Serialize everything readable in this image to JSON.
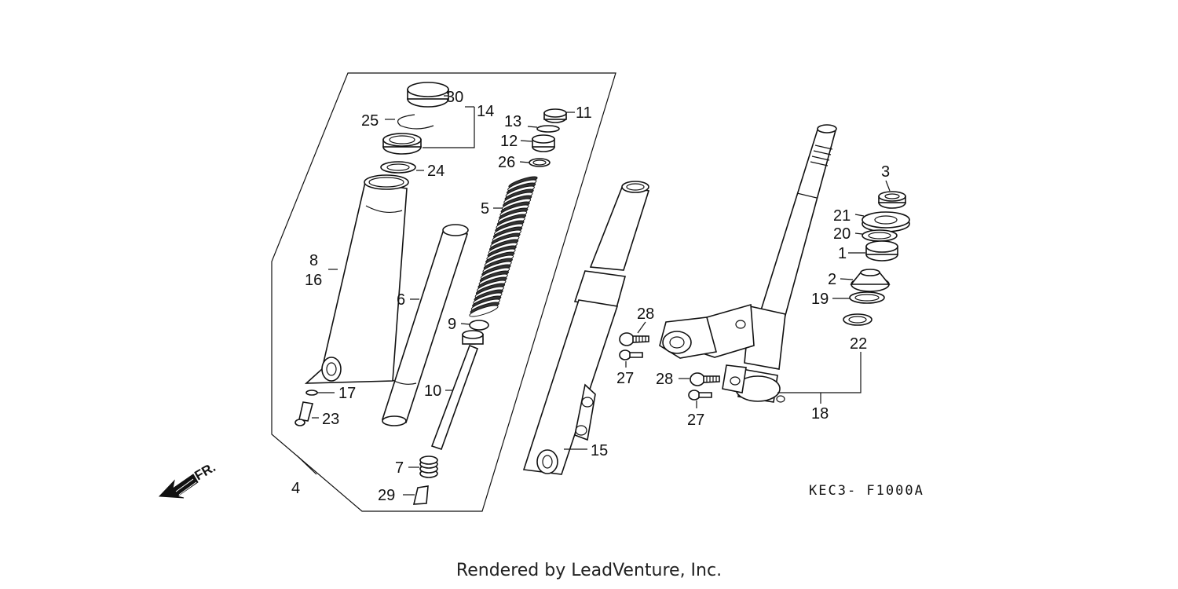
{
  "labels": {
    "p1": "1",
    "p2": "2",
    "p3": "3",
    "p4": "4",
    "p5": "5",
    "p6": "6",
    "p7": "7",
    "p8": "8",
    "p9": "9",
    "p10": "10",
    "p11": "11",
    "p12": "12",
    "p13": "13",
    "p14": "14",
    "p15": "15",
    "p16": "16",
    "p17": "17",
    "p18": "18",
    "p19": "19",
    "p20": "20",
    "p21": "21",
    "p22": "22",
    "p23": "23",
    "p24": "24",
    "p25": "25",
    "p26": "26",
    "p27a": "27",
    "p27b": "27",
    "p28a": "28",
    "p28b": "28",
    "p29": "29",
    "p30": "30"
  },
  "diagram_code": "KEC3- F1000A",
  "direction_label": "FR.",
  "footer": "Rendered by LeadVenture, Inc."
}
